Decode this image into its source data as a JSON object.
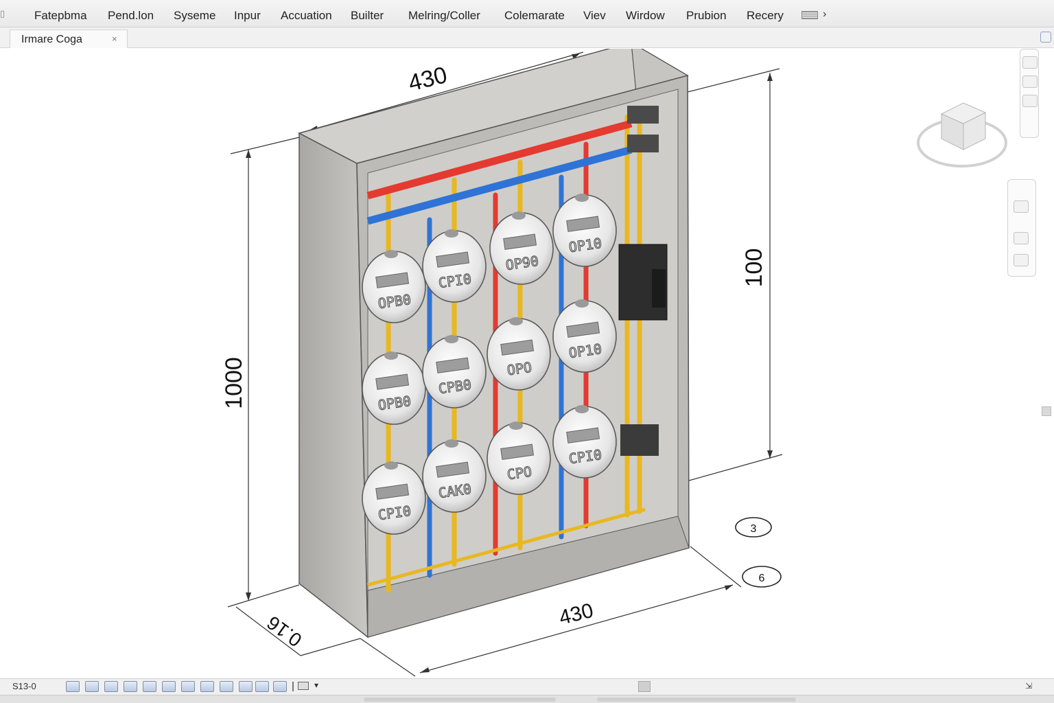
{
  "menu": {
    "items": [
      "Fatepbma",
      "Pend.lon",
      "Syseme",
      "Inpur",
      "Accuation",
      "Builter",
      "Melring/Coller",
      "Colemarate",
      "Viev",
      "Wirdow",
      "Prubion",
      "Recery"
    ]
  },
  "tabs": [
    {
      "label": "Irmare Coga",
      "close": "×"
    }
  ],
  "drawing": {
    "dimensions": {
      "top_width": "430",
      "bottom_width": "430",
      "height_left": "1000",
      "height_right": "100",
      "depth": "0.16"
    },
    "callouts": [
      "3",
      "6"
    ],
    "meters": [
      {
        "label": "OPB0"
      },
      {
        "label": "CPI0"
      },
      {
        "label": "OP90"
      },
      {
        "label": "OP10"
      },
      {
        "label": "OPB0"
      },
      {
        "label": "CPB0"
      },
      {
        "label": "OPO"
      },
      {
        "label": "OP10"
      },
      {
        "label": "CPI0"
      },
      {
        "label": "CAK0"
      },
      {
        "label": "CPO"
      },
      {
        "label": "CPI0"
      }
    ],
    "colors": {
      "red_pipe": "#e43a30",
      "blue_pipe": "#2f73d6",
      "yellow_wire": "#e8b820",
      "cabinet": "#bdbbb8"
    }
  },
  "statusbar": {
    "coord": "S13-0"
  },
  "icons": [
    "more-menu-icon",
    "close-icon",
    "viewcube-icon",
    "zoom-icon",
    "scroll-down-icon"
  ]
}
